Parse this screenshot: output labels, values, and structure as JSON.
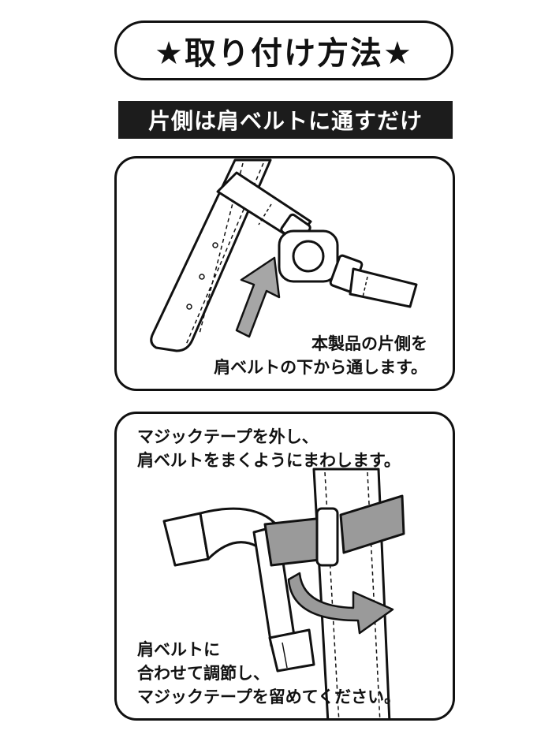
{
  "title": "★取り付け方法★",
  "subtitle": "片側は肩ベルトに通すだけ",
  "panel1": {
    "lines": [
      "本製品の片側を",
      "肩ベルトの下から通します。"
    ]
  },
  "panel2": {
    "top_lines": [
      "マジックテープを外し、",
      "肩ベルトをまくようにまわします。"
    ],
    "bottom_lines": [
      "肩ベルトに",
      "合わせて調節し、",
      "マジックテープを留めてください。"
    ]
  },
  "colors": {
    "ink": "#111111",
    "bar_bg": "#1c1c1c",
    "tape_gray": "#9a9a9a"
  }
}
